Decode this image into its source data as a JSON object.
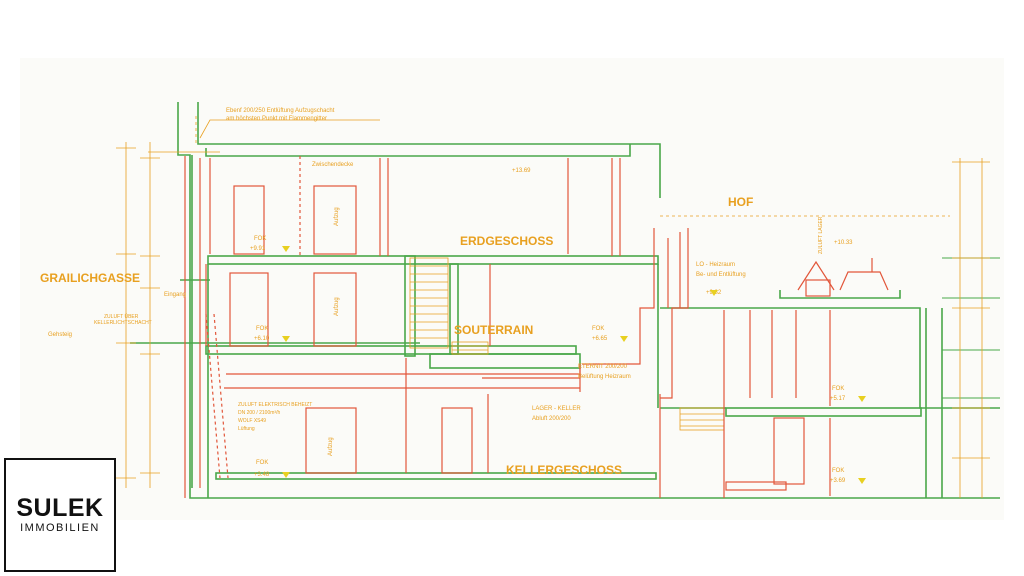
{
  "labels": {
    "top_note_1": "Ebenf 200/250 Entlüftung Aufzugschacht",
    "top_note_2": "am höchsten Punkt mit Flammengitter",
    "zwischendecke": "Zwischendecke",
    "lvl_top": "+13.69",
    "hof": "HOF",
    "erdgeschoss": "ERDGESCHOSS",
    "souterrain": "SOUTERRAIN",
    "kellergeschoss": "KELLERGESCHOSS",
    "grailichgasse": "GRAILICHGASSE",
    "eingang": "Eingang",
    "gehsteig": "Gehsteig",
    "zuluft_1": "ZULUFT ÜBER",
    "zuluft_2": "KELLERLICHTSCHACHT",
    "aufzug": "Aufzug",
    "fok": "FOK",
    "lvl_eg": "+9.91",
    "lvl_sout_left": "+6.10",
    "lvl_sout_right": "+6.65",
    "lvl_keller": "+3.48",
    "lvl_hof": "+9.82",
    "lvl_vent": "+10.33",
    "lvl_right_mid": "+5.17",
    "lvl_right_low": "+3.69",
    "lo_1": "LO - Heizraum",
    "lo_2": "Be- und Entlüftung",
    "zuluft_lager": "ZULUFT LAGER",
    "eternit_1": "ETERNIT 200/200",
    "eternit_2": "Belüftung Heizraum",
    "elec_1": "ZULUFT ELEKTRISCH BEHEIZT",
    "elec_2": "DN 200 / 2100m³/h",
    "elec_3": "WOLF XS49",
    "elec_4": "Lüftung",
    "lager_1": "LAGER - KELLER",
    "lager_2": "Abluft 200/200",
    "logo_name": "SULEK",
    "logo_sub": "IMMOBILIEN"
  },
  "colors": {
    "green": "#4aa84a",
    "red": "#e2563a",
    "orange": "#e8a020"
  }
}
